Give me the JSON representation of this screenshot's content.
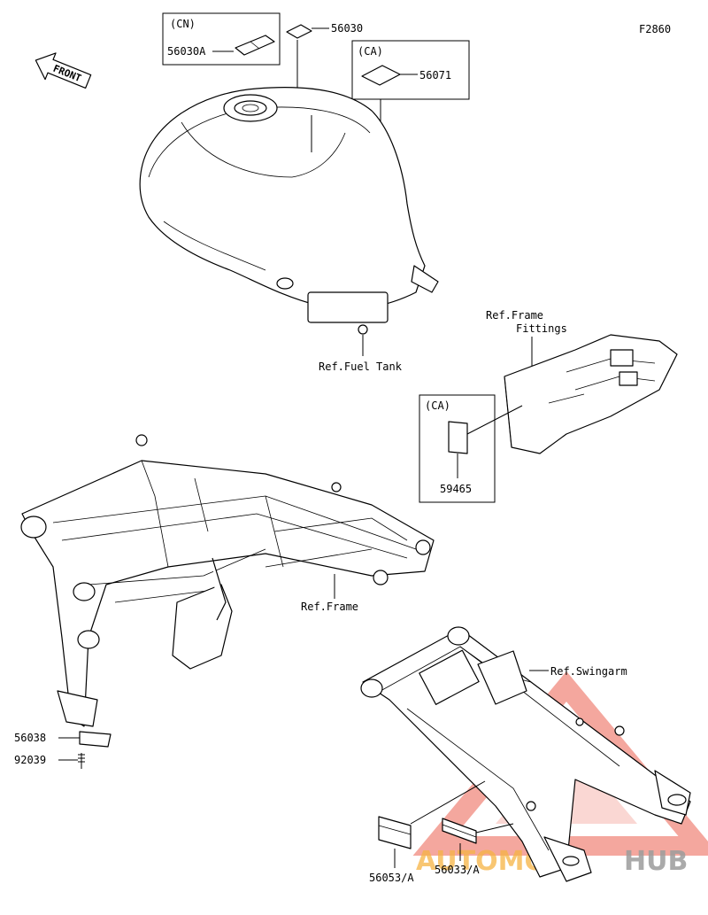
{
  "figure_code": "F2860",
  "front_label": "FRONT",
  "region_labels": {
    "cn": "(CN)",
    "ca_top": "(CA)",
    "ca_mid": "(CA)"
  },
  "part_numbers": {
    "p56030": "56030",
    "p56030A": "56030A",
    "p56071": "56071",
    "p59465": "59465",
    "p56038": "56038",
    "p92039": "92039",
    "p56053": "56053/A",
    "p56033": "56033/A"
  },
  "references": {
    "fuel_tank": "Ref.Fuel Tank",
    "frame_fittings_1": "Ref.Frame",
    "frame_fittings_2": "Fittings",
    "frame": "Ref.Frame",
    "swingarm": "Ref.Swingarm"
  },
  "watermark": {
    "part1": "AUTOMOTO",
    "part2": "HUB",
    "color_red": "#e8432f",
    "color_orange": "#f5a623",
    "color_gray": "#8a8a8a"
  }
}
